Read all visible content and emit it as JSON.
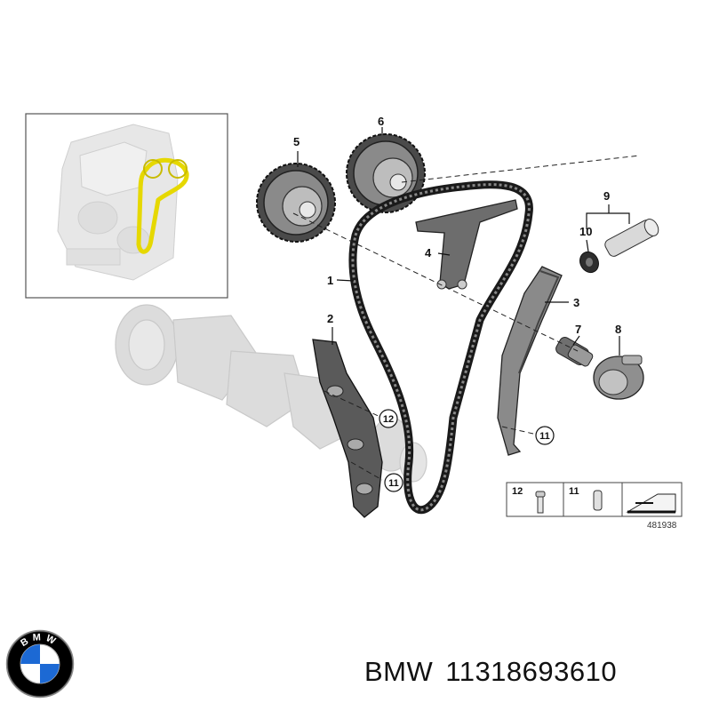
{
  "callouts": [
    "1",
    "2",
    "3",
    "4",
    "5",
    "6",
    "7",
    "8",
    "9",
    "10"
  ],
  "circled_callouts": {
    "rail_upper": "12",
    "rail_lower": "11",
    "tensioner": "11"
  },
  "legend": {
    "item_a": "12",
    "item_b": "11"
  },
  "reference_number": "481938",
  "footer": {
    "brand": "BMW",
    "part_number": "11318693610"
  },
  "logo": {
    "text": "BMW",
    "colors": {
      "blue": "#1c69d4",
      "black": "#000000",
      "white": "#ffffff"
    }
  },
  "colors": {
    "line": "#111111",
    "ghost_part": "#d9d9d9",
    "chain_highlight": "#e6d800"
  }
}
